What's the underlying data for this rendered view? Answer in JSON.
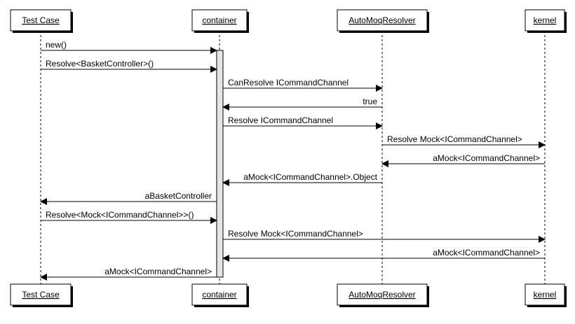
{
  "participants": [
    "Test Case",
    "container",
    "AutoMoqResolver",
    "kernel"
  ],
  "messages": [
    {
      "from": 0,
      "to": 1,
      "label": "new()"
    },
    {
      "from": 0,
      "to": 1,
      "label": "Resolve<BasketController>()"
    },
    {
      "from": 1,
      "to": 2,
      "label": "CanResolve ICommandChannel"
    },
    {
      "from": 2,
      "to": 1,
      "label": "true"
    },
    {
      "from": 1,
      "to": 2,
      "label": "Resolve ICommandChannel"
    },
    {
      "from": 2,
      "to": 3,
      "label": "Resolve Mock<ICommandChannel>"
    },
    {
      "from": 3,
      "to": 2,
      "label": "aMock<ICommandChannel>"
    },
    {
      "from": 2,
      "to": 1,
      "label": "aMock<ICommandChannel>.Object"
    },
    {
      "from": 1,
      "to": 0,
      "label": "aBasketController"
    },
    {
      "from": 0,
      "to": 1,
      "label": "Resolve<Mock<ICommandChannel>>()"
    },
    {
      "from": 1,
      "to": 3,
      "label": "Resolve Mock<ICommandChannel>"
    },
    {
      "from": 3,
      "to": 1,
      "label": "aMock<ICommandChannel>"
    },
    {
      "from": 1,
      "to": 0,
      "label": "aMock<ICommandChannel>"
    }
  ]
}
